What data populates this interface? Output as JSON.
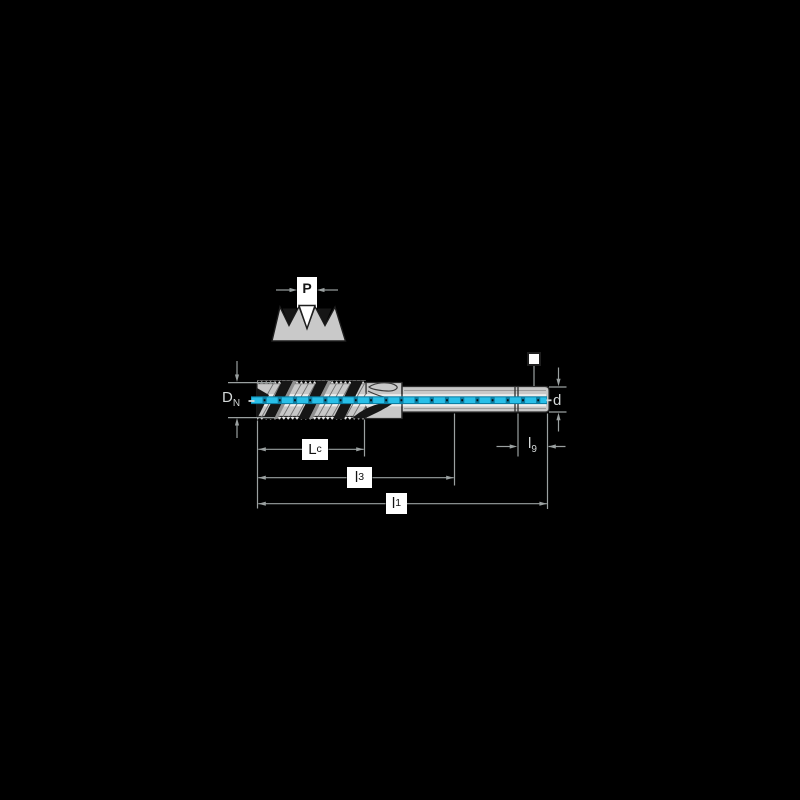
{
  "diagram": {
    "type": "technical-drawing",
    "subject": "spiral-flute tap side view with thread pitch profile detail",
    "labels": {
      "pitch": {
        "text": "P"
      },
      "nominal_diameter": {
        "main": "D",
        "sub": "N"
      },
      "shank_diameter": {
        "text": "d"
      },
      "square_length": {
        "main": "l",
        "sub": "9"
      },
      "chamfer_length": {
        "main": "L",
        "sub": "c"
      },
      "thread_length": {
        "main": "l",
        "sub": "3"
      },
      "overall_length": {
        "main": "l",
        "sub": "1"
      }
    },
    "colors": {
      "background": "#000000",
      "dimension_lines": "#9aa0a0",
      "light_label_text": "#d4d8d8",
      "label_box_background": "#ffffff",
      "label_box_text": "#111111",
      "body_gray": "#c8c8c8",
      "flute_black": "#161616",
      "centerline_bright": "#29bfe8",
      "centerline_dark": "#0c7fa4",
      "highlight_white": "#ededed"
    }
  }
}
